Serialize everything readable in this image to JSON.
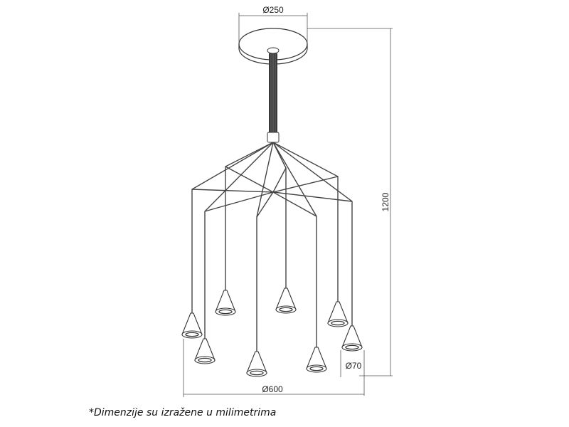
{
  "dimensions": {
    "canopy_diameter": "Ø250",
    "total_height": "1200",
    "pendant_diameter": "Ø70",
    "span_diameter": "Ø600"
  },
  "note": "*Dimenzije su izražene u milimetrima",
  "pendant_count": 8
}
